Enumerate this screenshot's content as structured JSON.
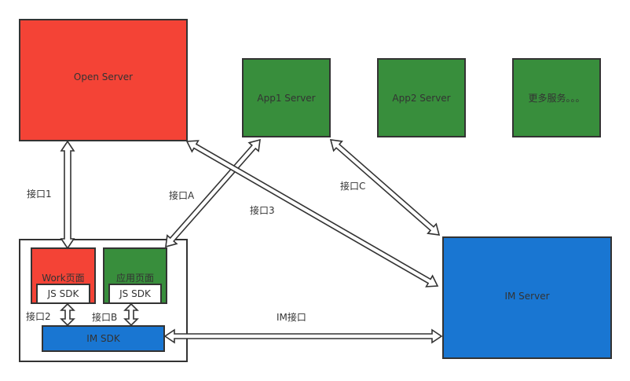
{
  "servers": {
    "open_server": "Open Server",
    "app1_server": "App1 Server",
    "app2_server": "App2 Server",
    "more_services": "更多服务。。。",
    "im_server": "IM Server"
  },
  "client": {
    "work_page": "Work页面",
    "app_page": "应用页面",
    "js_sdk_work": "JS SDK",
    "js_sdk_app": "JS SDK",
    "im_sdk": "IM SDK"
  },
  "interfaces": {
    "if1": "接口1",
    "if2": "接口2",
    "if3": "接口3",
    "ifA": "接口A",
    "ifB": "接口B",
    "ifC": "接口C",
    "im": "IM接口"
  },
  "colors": {
    "red": "#f44336",
    "green": "#388e3c",
    "blue": "#1976d2",
    "border": "#333333"
  }
}
